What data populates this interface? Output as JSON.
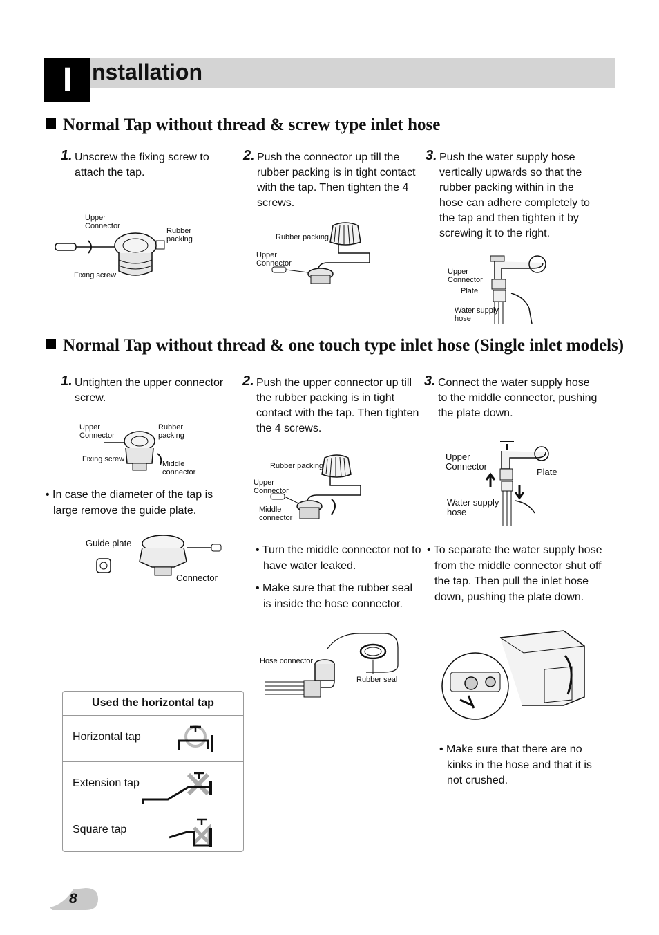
{
  "header": {
    "initial": "I",
    "title": "nstallation"
  },
  "section1": {
    "title": "Normal Tap without thread & screw type inlet hose",
    "steps": [
      {
        "num": "1.",
        "text": "Unscrew the fixing screw to attach the tap."
      },
      {
        "num": "2.",
        "text": "Push the connector up till the rubber packing is in tight contact with the tap. Then tighten the 4 screws."
      },
      {
        "num": "3.",
        "text": "Push the water supply hose vertically upwards so that the rubber packing within in the hose can adhere completely to the tap and then tighten it by screwing it to the right."
      }
    ],
    "fig1": {
      "upper": "Upper",
      "connector": "Connector",
      "rubber": "Rubber",
      "packing": "packing",
      "fixing": "Fixing screw"
    },
    "fig2": {
      "rubber_packing": "Rubber packing",
      "upper": "Upper",
      "connector": "Connector"
    },
    "fig3": {
      "upper": "Upper",
      "connector": "Connector",
      "plate": "Plate",
      "water_supply": "Water supply",
      "hose": "hose"
    }
  },
  "section2": {
    "title": "Normal Tap without thread & one touch type inlet hose (Single inlet models)",
    "steps": [
      {
        "num": "1.",
        "text": "Untighten the upper connector screw."
      },
      {
        "num": "2.",
        "text": "Push the upper connector up till the rubber packing is in tight contact with the tap. Then tighten the 4 screws."
      },
      {
        "num": "3.",
        "text": "Connect the water supply hose to the middle connector, pushing the plate down."
      }
    ],
    "fig1": {
      "upper": "Upper",
      "connector": "Connector",
      "rubber": "Rubber",
      "packing": "packing",
      "fixing": "Fixing screw",
      "middle": "Middle",
      "connector2": "connector"
    },
    "note_guide": "In case the diameter of the tap is large remove the guide plate.",
    "fig_guide": {
      "guide_plate": "Guide plate",
      "connector": "Connector"
    },
    "fig2": {
      "rubber_packing": "Rubber packing",
      "upper": "Upper",
      "connector": "Connector",
      "middle": "Middle",
      "connector2": "connector"
    },
    "fig3": {
      "upper": "Upper",
      "connector": "Connector",
      "plate": "Plate",
      "water_supply": "Water supply",
      "hose": "hose"
    },
    "notes_mid": [
      "Turn the middle connector not to have water leaked.",
      "Make sure that the rubber seal is inside the hose connector."
    ],
    "fig_seal": {
      "hose_connector": "Hose connector",
      "rubber_seal": "Rubber seal"
    },
    "note_separate": "To separate the water supply hose from the middle connector shut off the tap. Then pull the inlet hose down, pushing the plate down.",
    "note_kinks": "Make sure that there are no kinks in the hose and that it is not crushed."
  },
  "tap_table": {
    "title": "Used the horizontal tap",
    "rows": [
      "Horizontal tap",
      "Extension tap",
      "Square tap"
    ]
  },
  "page_number": "8"
}
